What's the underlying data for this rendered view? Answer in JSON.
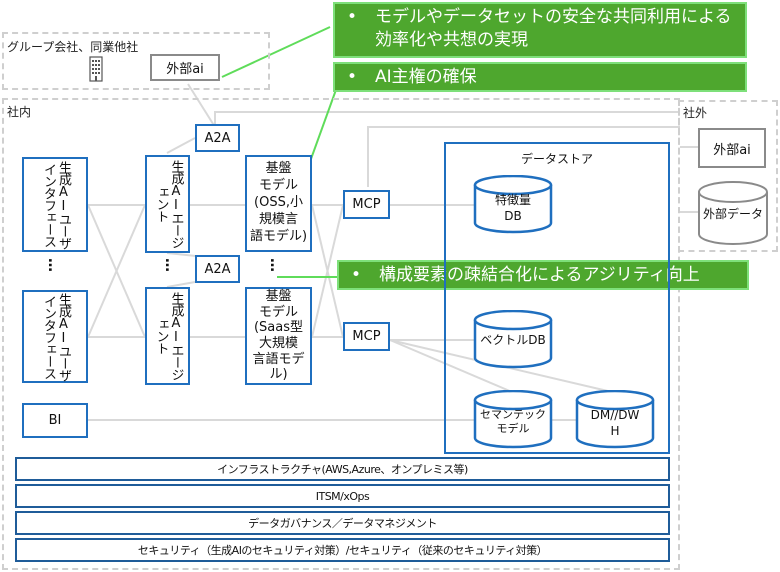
{
  "callouts": [
    {
      "bullet": "•",
      "text": "モデルやデータセットの安全な共同利用による効率化や共想の実現"
    },
    {
      "bullet": "•",
      "text": "AI主権の確保"
    },
    {
      "bullet": "•",
      "text": "構成要素の疎結合化によるアジリティ向上"
    }
  ],
  "zones": {
    "group": {
      "label": "グループ会社、同業他社",
      "external_ai": "外部ai",
      "icon": "building-icon"
    },
    "internal": {
      "label": "社内"
    },
    "external": {
      "label": "社外",
      "external_ai": "外部ai",
      "external_data": "外部データ"
    }
  },
  "interfaces": {
    "top": "生成AIユーザインタフェース",
    "bottom": "生成AIユーザインタフェース",
    "ellipsis": "…",
    "bi": "BI"
  },
  "agents": {
    "top": "生成AIエージェント",
    "bottom": "生成AIエージェント",
    "ellipsis": "…"
  },
  "a2a": {
    "top": "A2A",
    "middle": "A2A"
  },
  "models": {
    "top_lines": [
      "基盤",
      "モデル",
      "(OSS,小",
      "規模言",
      "語モデル)"
    ],
    "bottom_lines": [
      "基盤",
      "モデル",
      "(Saas型",
      "大規模",
      "言語モデ",
      "ル)"
    ],
    "ellipsis": "…"
  },
  "mcp": {
    "top": "MCP",
    "bottom": "MCP"
  },
  "datastore": {
    "title": "データストア",
    "feature_db": [
      "特徴量",
      "DB"
    ],
    "vector_db": [
      "ベクトルDB"
    ],
    "semantic_model": [
      "セマンテック",
      "モデル"
    ],
    "dm_dwh": [
      "DM//DW",
      "H"
    ]
  },
  "layers": [
    "インフラストラクチャ(AWS,Azure、オンプレミス等)",
    "ITSM/xOps",
    "データガバナンス／データマネジメント",
    "セキュリティ（生成AIのセキュリティ対策）/セキュリティ（従来のセキュリティ対策）"
  ],
  "colors": {
    "accent_blue": "#1f6fbf",
    "callout_green": "#4ea72e",
    "connector_green": "#5fdc5a",
    "dashed_gray": "#cfcfcf"
  }
}
